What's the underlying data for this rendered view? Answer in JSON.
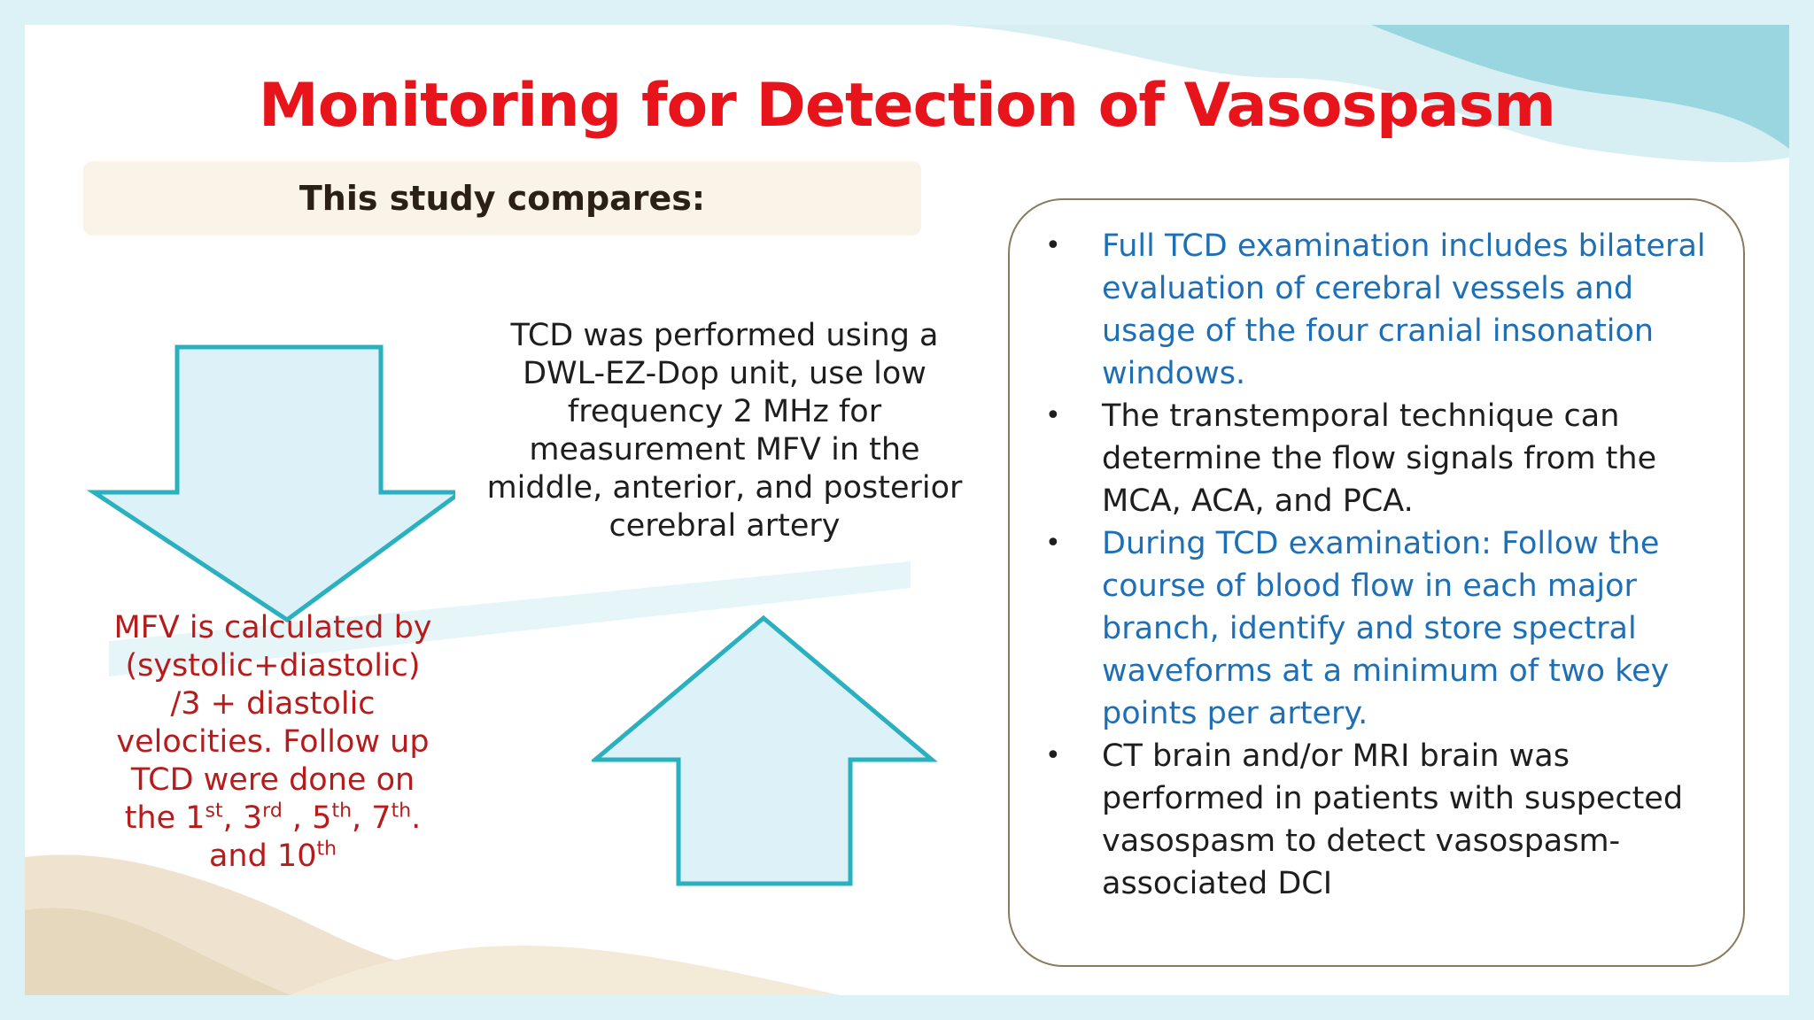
{
  "title": "Monitoring for Detection of Vasospasm",
  "compares_label": "This study compares:",
  "tcd_text": "TCD was performed using a DWL-EZ-Dop unit, use low frequency 2 MHz for measurement MFV in the middle, anterior, and posterior cerebral artery",
  "mfv": {
    "line1": "MFV is calculated by (systolic+diastolic) /3 + diastolic velocities. Follow up TCD were done on the 1",
    "sup_st": "st",
    "sep1": ", 3",
    "sup_rd": "rd",
    "sep2": " , 5",
    "sup_th1": "th",
    "sep3": ", 7",
    "sup_th2": "th",
    "sep4": ". and 10",
    "sup_th3": "th"
  },
  "bullets": [
    {
      "text": "Full TCD examination includes bilateral evaluation of cerebral vessels and usage of the four cranial insonation windows.",
      "color": "#1f6fb5"
    },
    {
      "text": "The transtemporal technique can determine the flow signals from the MCA, ACA, and PCA.",
      "color": "#1e1e1e"
    },
    {
      "text": "During TCD examination: Follow the course of blood flow in each major branch, identify and store spectral waveforms at a minimum of two key points per artery.",
      "color": "#1f6fb5"
    },
    {
      "text": "CT brain and/or MRI brain was performed in patients with suspected vasospasm to detect vasospasm-associated DCI",
      "color": "#1e1e1e"
    }
  ],
  "bullet_glyph": "•",
  "colors": {
    "title": "#e8141b",
    "arrow_fill": "#dcf2f8",
    "arrow_stroke": "#2ab0bf",
    "accent_teal": "#9fd8e0",
    "sand": "#efe3cf"
  }
}
